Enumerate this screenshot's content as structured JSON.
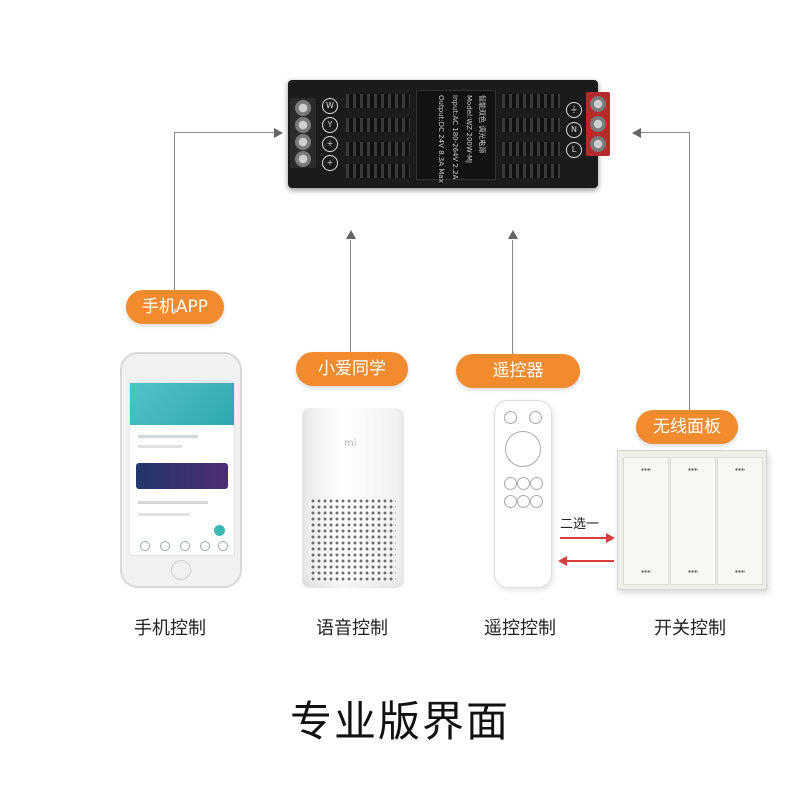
{
  "device": {
    "terminals_left": [
      "W",
      "Y",
      "+",
      "+"
    ],
    "terminals_right": [
      "⏚",
      "N",
      "L"
    ],
    "plate_lines": [
      "智能双色 调光电源",
      "Model:WZ-200W-MJ",
      "Input:AC 180-264V 2.2A",
      "Output:DC 24V 8.3A Max"
    ]
  },
  "labels": {
    "app": "手机APP",
    "voice": "小爱同学",
    "remote": "遥控器",
    "wireless": "无线面板"
  },
  "captions": {
    "phone": "手机控制",
    "voice": "语音控制",
    "remote": "遥控控制",
    "switch": "开关控制"
  },
  "switch_choice": "二选一",
  "footer": "专业版界面",
  "colors": {
    "accent": "#f28a2e",
    "arrow_red": "#d64040"
  }
}
